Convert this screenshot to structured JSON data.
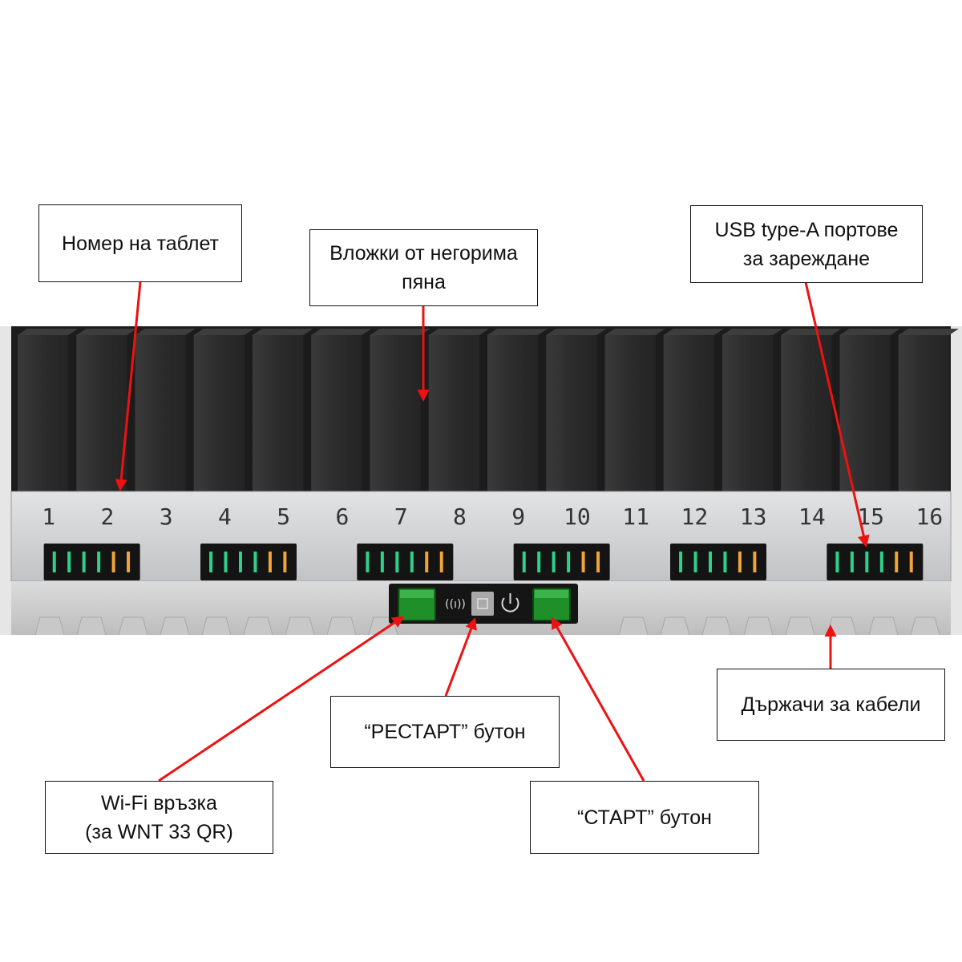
{
  "device": {
    "slot_numbers": [
      "1",
      "2",
      "3",
      "4",
      "5",
      "6",
      "7",
      "8",
      "9",
      "10",
      "11",
      "12",
      "13",
      "14",
      "15",
      "16"
    ],
    "port_groups": 6,
    "port_group_pattern": [
      "green",
      "green",
      "green",
      "green",
      "amber",
      "amber"
    ],
    "wifi_icon_glyph": "((ı))",
    "colors": {
      "foam": "#2e2e2e",
      "panel": "#cfd0d1",
      "port_body": "#141414",
      "led_green": "#2fd08a",
      "led_amber": "#f0a53a",
      "switch_green": "#1f8f2a",
      "arrow": "#ee1111"
    }
  },
  "callouts": {
    "tablet_number": {
      "lines": [
        "Номер на таблет"
      ]
    },
    "foam_inserts": {
      "lines": [
        "Вложки от негорима",
        "пяна"
      ]
    },
    "usb_ports": {
      "lines": [
        "USB type-A портове",
        "за зареждане"
      ]
    },
    "cable_holders": {
      "lines": [
        "Държачи за кабели"
      ]
    },
    "restart_button": {
      "lines": [
        "“РЕСТАРТ” бутон"
      ]
    },
    "wifi": {
      "lines": [
        "Wi-Fi връзка",
        "(за WNT 33 QR)"
      ]
    },
    "start_button": {
      "lines": [
        "“СТАРТ” бутон"
      ]
    }
  }
}
